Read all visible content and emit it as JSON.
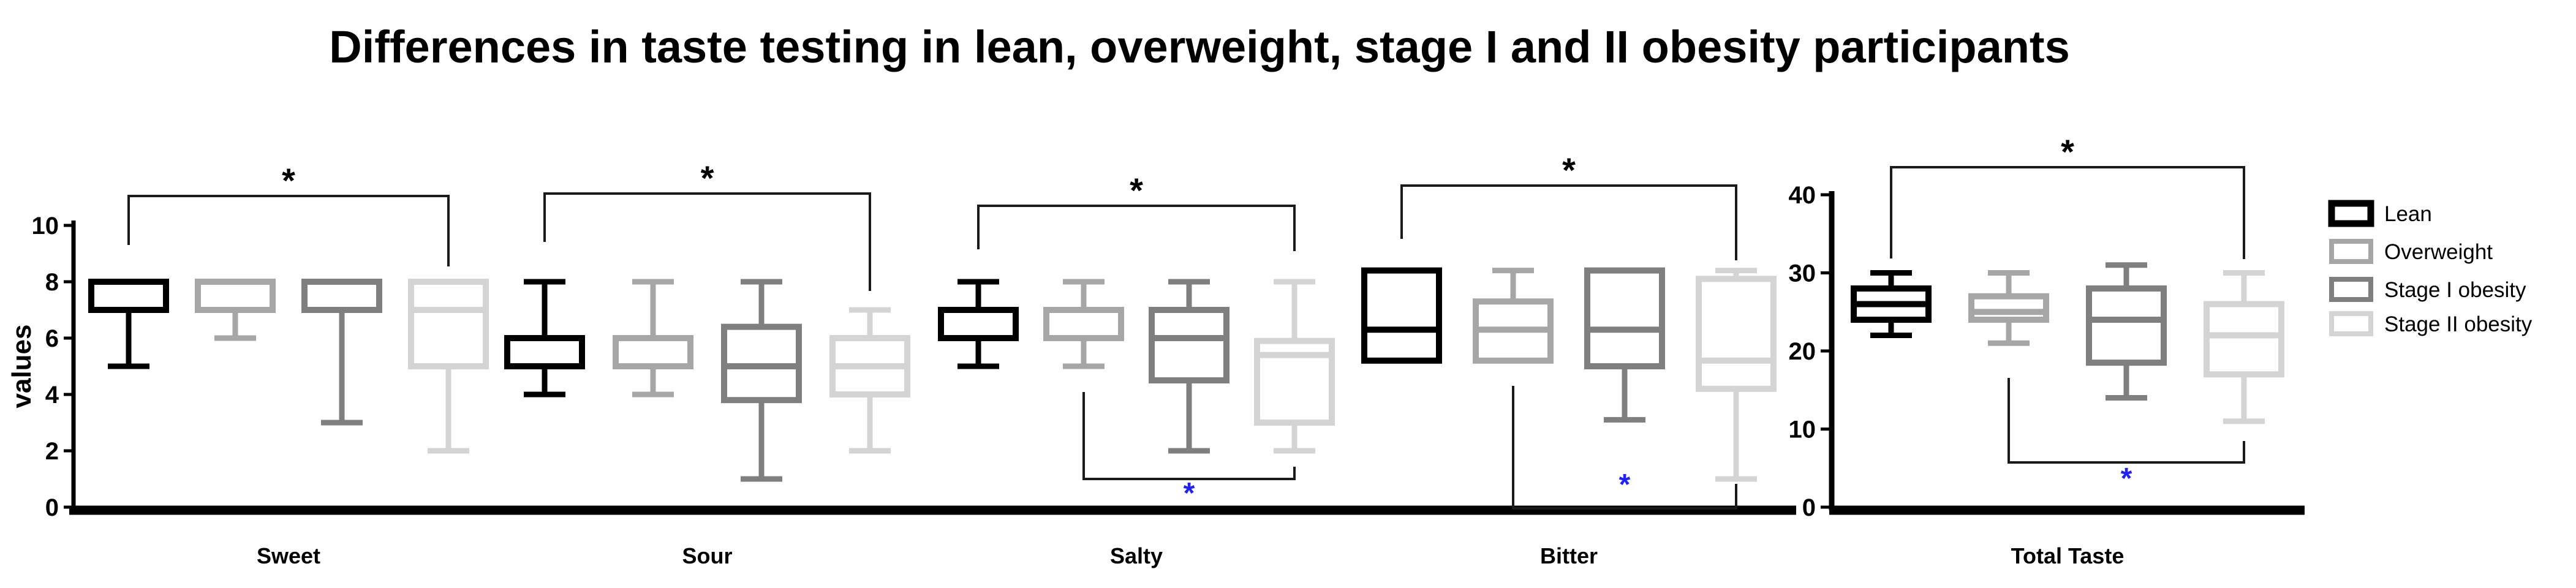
{
  "title": "Differences in taste testing in lean, overweight, stage I and II obesity participants",
  "ylabel": "values",
  "colors": {
    "lean": "#000000",
    "overweight": "#a6a6a6",
    "stage1": "#7f7f7f",
    "stage2": "#d4d4d4",
    "blue": "#1f1fff",
    "axis": "#000000"
  },
  "legend": {
    "items": [
      {
        "label": "Lean",
        "color_key": "lean"
      },
      {
        "label": "Overweight",
        "color_key": "overweight"
      },
      {
        "label": "Stage I obesity",
        "color_key": "stage1"
      },
      {
        "label": "Stage II obesity",
        "color_key": "stage2"
      }
    ]
  },
  "chart_data": {
    "type": "box",
    "series_names": [
      "Lean",
      "Overweight",
      "Stage I obesity",
      "Stage II obesity"
    ],
    "left_axis": {
      "label": "values",
      "range": [
        0,
        10
      ],
      "ticks": [
        0,
        2,
        4,
        6,
        8,
        10
      ]
    },
    "right_axis": {
      "range": [
        0,
        40
      ],
      "ticks": [
        0,
        10,
        20,
        30,
        40
      ]
    },
    "groups": [
      {
        "label": "Sweet",
        "axis": "left",
        "boxes": [
          {
            "series": "Lean",
            "lo": 5,
            "q1": 7,
            "med": 7,
            "q3": 8,
            "hi": 8
          },
          {
            "series": "Overweight",
            "lo": 6,
            "q1": 7,
            "med": 7,
            "q3": 8,
            "hi": 8
          },
          {
            "series": "Stage I obesity",
            "lo": 3,
            "q1": 7,
            "med": 7,
            "q3": 8,
            "hi": 8
          },
          {
            "series": "Stage II obesity",
            "lo": 2,
            "q1": 5,
            "med": 7,
            "q3": 8,
            "hi": 8
          }
        ]
      },
      {
        "label": "Sour",
        "axis": "left",
        "boxes": [
          {
            "series": "Lean",
            "lo": 4,
            "q1": 5,
            "med": 6,
            "q3": 6,
            "hi": 8
          },
          {
            "series": "Overweight",
            "lo": 4,
            "q1": 5,
            "med": 5,
            "q3": 6,
            "hi": 8
          },
          {
            "series": "Stage I obesity",
            "lo": 1,
            "q1": 3.8,
            "med": 5,
            "q3": 6.4,
            "hi": 8
          },
          {
            "series": "Stage II obesity",
            "lo": 2,
            "q1": 4,
            "med": 5,
            "q3": 6,
            "hi": 7
          }
        ]
      },
      {
        "label": "Salty",
        "axis": "left",
        "boxes": [
          {
            "series": "Lean",
            "lo": 5,
            "q1": 6,
            "med": 7,
            "q3": 7,
            "hi": 8
          },
          {
            "series": "Overweight",
            "lo": 5,
            "q1": 6,
            "med": 6,
            "q3": 7,
            "hi": 8
          },
          {
            "series": "Stage I obesity",
            "lo": 2,
            "q1": 4.5,
            "med": 6,
            "q3": 7,
            "hi": 8
          },
          {
            "series": "Stage II obesity",
            "lo": 2,
            "q1": 3,
            "med": 5.4,
            "q3": 5.9,
            "hi": 8
          }
        ]
      },
      {
        "label": "Bitter",
        "axis": "left",
        "boxes": [
          {
            "series": "Lean",
            "lo": 5.2,
            "q1": 5.2,
            "med": 6.3,
            "q3": 8.4,
            "hi": 8.4
          },
          {
            "series": "Overweight",
            "lo": 5.2,
            "q1": 5.2,
            "med": 6.3,
            "q3": 7.3,
            "hi": 8.4
          },
          {
            "series": "Stage I obesity",
            "lo": 3.1,
            "q1": 5,
            "med": 6.3,
            "q3": 8.4,
            "hi": 8.4
          },
          {
            "series": "Stage II obesity",
            "lo": 1,
            "q1": 4.2,
            "med": 5.2,
            "q3": 8.1,
            "hi": 8.4
          }
        ]
      },
      {
        "label": "Total Taste",
        "axis": "right",
        "boxes": [
          {
            "series": "Lean",
            "lo": 22,
            "q1": 24,
            "med": 26,
            "q3": 28,
            "hi": 30
          },
          {
            "series": "Overweight",
            "lo": 21,
            "q1": 24,
            "med": 25,
            "q3": 27,
            "hi": 30
          },
          {
            "series": "Stage I obesity",
            "lo": 14,
            "q1": 18.5,
            "med": 24,
            "q3": 28,
            "hi": 31
          },
          {
            "series": "Stage II obesity",
            "lo": 11,
            "q1": 17,
            "med": 22,
            "q3": 26,
            "hi": 30
          }
        ]
      }
    ],
    "significance": [
      {
        "group": "Sweet",
        "from": "Lean",
        "to": "Stage II obesity",
        "marker": "*",
        "color_key": "black",
        "position": "top"
      },
      {
        "group": "Sour",
        "from": "Lean",
        "to": "Stage II obesity",
        "marker": "*",
        "color_key": "black",
        "position": "top"
      },
      {
        "group": "Salty",
        "from": "Lean",
        "to": "Stage II obesity",
        "marker": "*",
        "color_key": "black",
        "position": "top"
      },
      {
        "group": "Bitter",
        "from": "Lean",
        "to": "Stage II obesity",
        "marker": "*",
        "color_key": "black",
        "position": "top"
      },
      {
        "group": "Total Taste",
        "from": "Lean",
        "to": "Stage II obesity",
        "marker": "*",
        "color_key": "black",
        "position": "top"
      },
      {
        "group": "Salty",
        "from": "Overweight",
        "to": "Stage II obesity",
        "marker": "*",
        "color_key": "blue",
        "position": "bottom"
      },
      {
        "group": "Bitter",
        "from": "Overweight",
        "to": "Stage II obesity",
        "marker": "*",
        "color_key": "blue",
        "position": "bottom"
      },
      {
        "group": "Total Taste",
        "from": "Overweight",
        "to": "Stage II obesity",
        "marker": "*",
        "color_key": "blue",
        "position": "bottom"
      }
    ]
  }
}
